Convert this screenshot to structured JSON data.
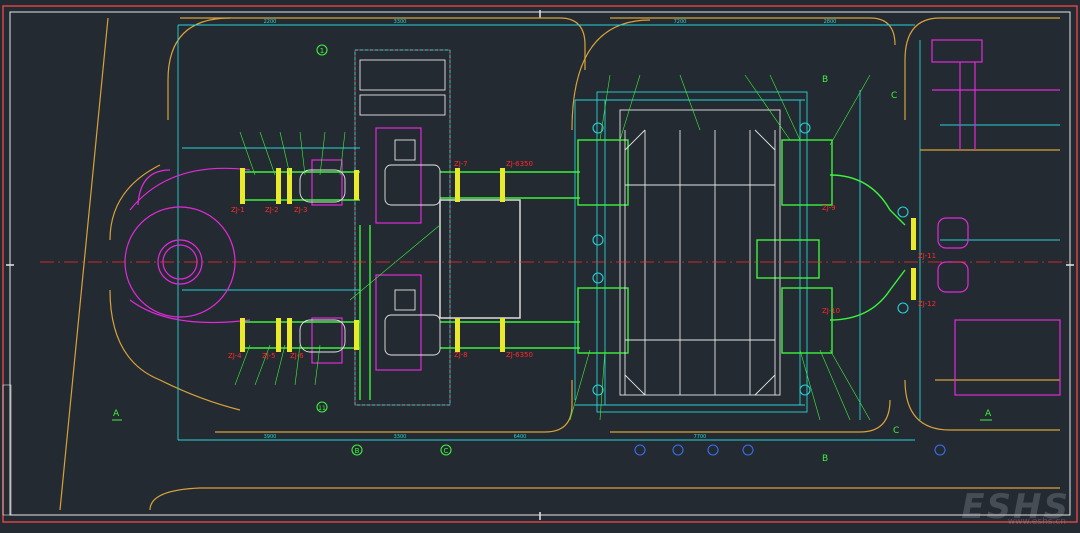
{
  "drawing": {
    "connectors": {
      "top_left": [
        "ZJ-1",
        "ZJ-2",
        "ZJ-3"
      ],
      "bottom_left": [
        "ZJ-4",
        "ZJ-5",
        "ZJ-6"
      ],
      "mid_upper": "ZJ-7",
      "mid_lower": "ZJ-8",
      "right_upper": "ZJ-9",
      "right_lower": "ZJ-10",
      "far_right_upper": "ZJ-11",
      "far_right_lower": "ZJ-12",
      "pipe_upper": "ZJ-6350",
      "pipe_lower": "ZJ-6350"
    },
    "axis_grid_top": [
      "1"
    ],
    "axis_grid_bottom": [
      "11"
    ],
    "axis_bottom_letters": [
      "B",
      "C"
    ],
    "section_marks": {
      "a": "A",
      "b": "B",
      "c": "C"
    },
    "dims": {
      "top_left": "2200",
      "top_mid": "3300",
      "top_right": "7200",
      "top_far": "2800",
      "bottom_left": "3900",
      "bottom_mid": "3300",
      "bottom_mid2": "6400",
      "bottom_right": "7700"
    }
  },
  "watermark": {
    "logo": "ESHS",
    "sub": "www.eshs.cn"
  },
  "colors": {
    "background": "#232a31",
    "cyan": "#27d3d6",
    "green": "#3df23d",
    "yellow": "#e8ea2a",
    "magenta": "#e02bd8",
    "red": "#ff2a2a",
    "orange": "#d9a23b",
    "white": "#e6e6e6"
  }
}
